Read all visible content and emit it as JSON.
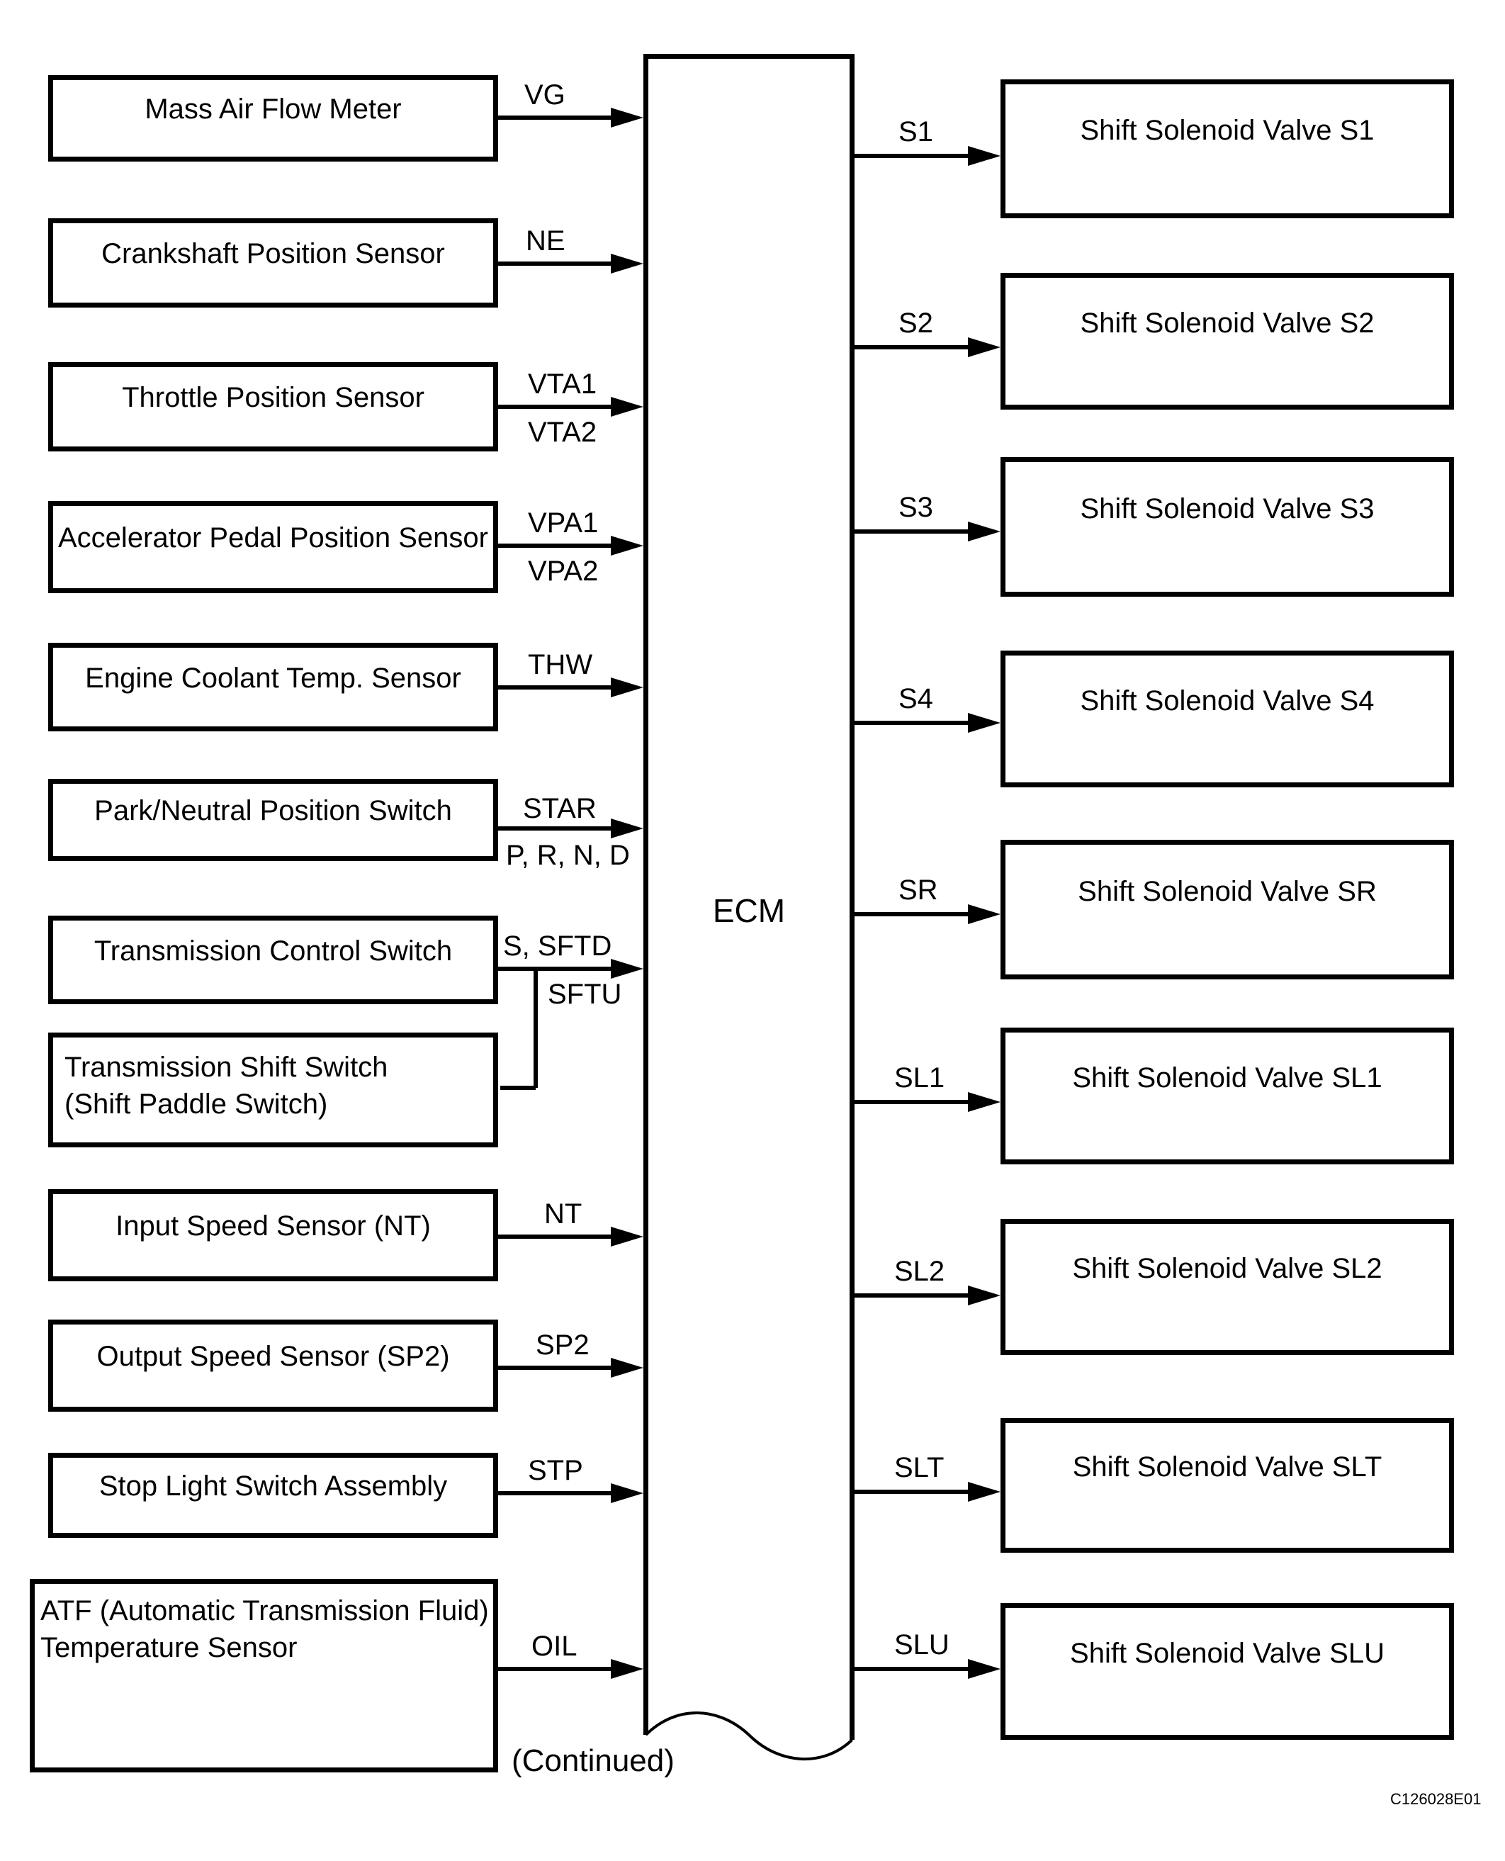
{
  "figure": {
    "ecm_label": "ECM",
    "continued_note": "(Continued)",
    "figure_code": "C126028E01",
    "background_color": "#ffffff",
    "line_color": "#000000"
  },
  "input_boxes": [
    {
      "line1": "Mass Air Flow Meter"
    },
    {
      "line1": "Crankshaft Position Sensor"
    },
    {
      "line1": "Throttle Position Sensor"
    },
    {
      "line1": "Accelerator Pedal Position Sensor"
    },
    {
      "line1": "Engine Coolant Temp. Sensor"
    },
    {
      "line1": "Park/Neutral Position Switch"
    },
    {
      "line1": "Transmission Control Switch"
    },
    {
      "line1": "Transmission Shift Switch",
      "line2": "(Shift Paddle Switch)"
    },
    {
      "line1": "Input Speed Sensor (NT)"
    },
    {
      "line1": "Output Speed Sensor (SP2)"
    },
    {
      "line1": "Stop Light Switch Assembly"
    },
    {
      "line1": "ATF (Automatic Transmission Fluid)",
      "line2": "Temperature Sensor"
    }
  ],
  "output_boxes": [
    {
      "label": "Shift Solenoid Valve S1"
    },
    {
      "label": "Shift Solenoid Valve S2"
    },
    {
      "label": "Shift Solenoid Valve S3"
    },
    {
      "label": "Shift Solenoid Valve S4"
    },
    {
      "label": "Shift Solenoid Valve SR"
    },
    {
      "label": "Shift Solenoid Valve SL1"
    },
    {
      "label": "Shift Solenoid Valve SL2"
    },
    {
      "label": "Shift Solenoid Valve SLT"
    },
    {
      "label": "Shift Solenoid Valve SLU"
    }
  ],
  "wire_labels": {
    "vg": "VG",
    "ne": "NE",
    "vta1": "VTA1",
    "vta2": "VTA2",
    "vpa1": "VPA1",
    "vpa2": "VPA2",
    "thw": "THW",
    "star": "STAR",
    "prnd": "P, R, N, D",
    "s_sftd": "S, SFTD",
    "sftu": "SFTU",
    "nt": "NT",
    "sp2": "SP2",
    "stp": "STP",
    "oil": "OIL",
    "s1": "S1",
    "s2": "S2",
    "s3": "S3",
    "s4": "S4",
    "sr": "SR",
    "sl1": "SL1",
    "sl2": "SL2",
    "slt": "SLT",
    "slu": "SLU"
  }
}
